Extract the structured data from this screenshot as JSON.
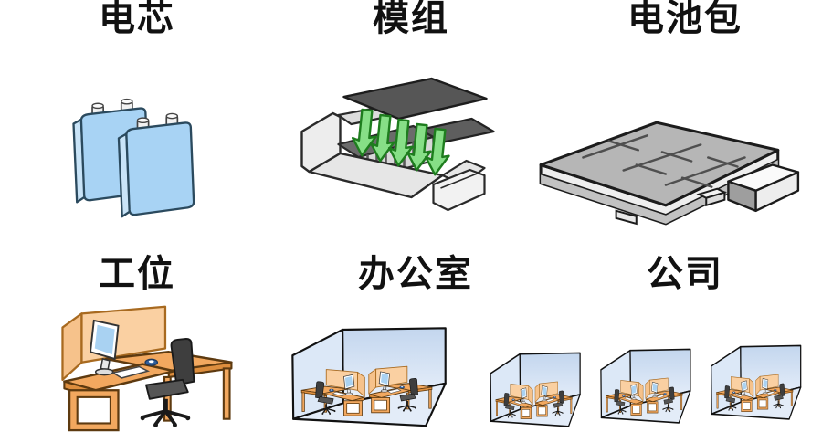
{
  "items": [
    {
      "id": "battery-cell",
      "label": "电芯"
    },
    {
      "id": "battery-module",
      "label": "模组"
    },
    {
      "id": "battery-pack",
      "label": "电池包"
    },
    {
      "id": "workstation",
      "label": "工位"
    },
    {
      "id": "office",
      "label": "办公室"
    },
    {
      "id": "company",
      "label": "公司"
    }
  ],
  "colors": {
    "background": "#FFFFFF",
    "label_text": "#111111",
    "cell_blue": "#A8D3F4",
    "cell_blue_side": "#C9E4F8",
    "module_plate_gray": "#565656",
    "arrow_green": "#87DF87",
    "arrow_green_outline": "#1E7D1E",
    "pack_gray": "#B6B6B6",
    "desk_orange": "#F2A85F",
    "partition_peach": "#FAD0A2",
    "chair_gray": "#474747",
    "wall_blue": "#C7D9EF",
    "floor_blue": "#E3ECF8",
    "screen_blue": "#A9D2F2"
  }
}
